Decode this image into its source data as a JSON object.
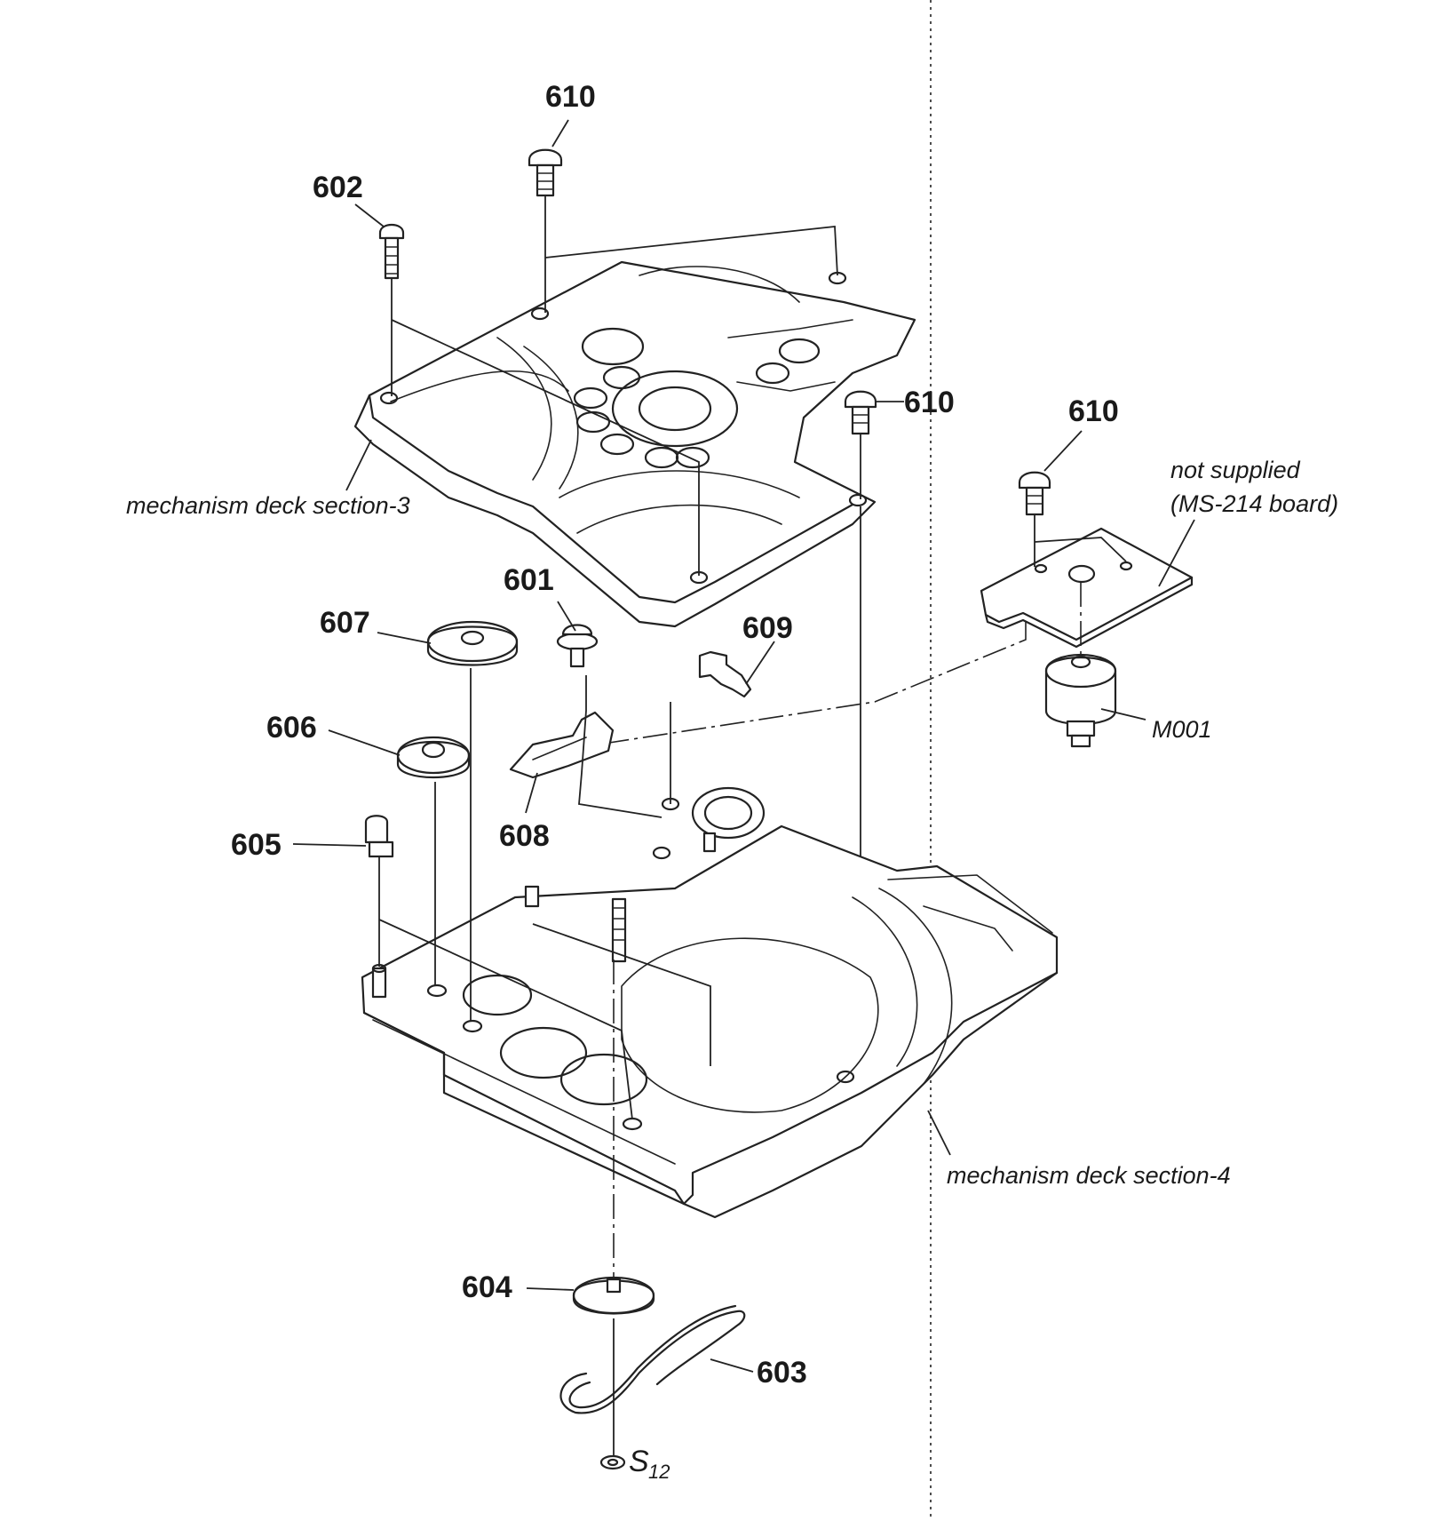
{
  "part_numbers": {
    "p610_top": "610",
    "p602": "602",
    "p610_mid": "610",
    "p610_right": "610",
    "p601": "601",
    "p607": "607",
    "p609": "609",
    "p606": "606",
    "p608": "608",
    "p605": "605",
    "p604": "604",
    "p603": "603"
  },
  "labels": {
    "deck3": "mechanism deck section-3",
    "deck4": "mechanism deck section-4",
    "not_supplied_1": "not supplied",
    "not_supplied_2": "(MS-214 board)",
    "motor": "M001",
    "s12_main": "S",
    "s12_sub": "12"
  },
  "colors": {
    "ink": "#222222",
    "background": "#ffffff"
  }
}
